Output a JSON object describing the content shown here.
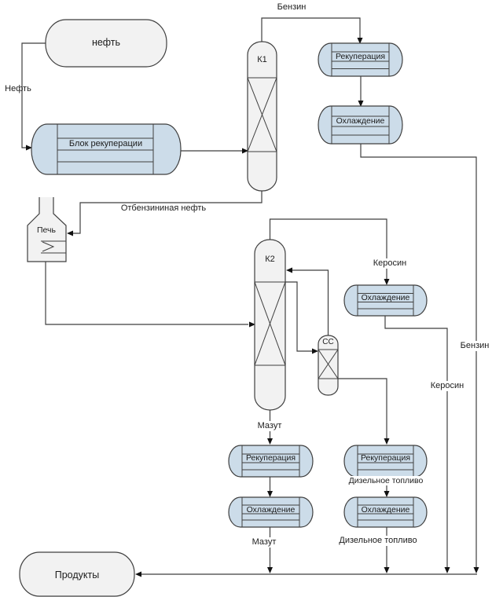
{
  "diagram": {
    "colors": {
      "line_color": "#3f3f3f",
      "exchanger_fill": "#ccdce9",
      "vessel_fill": "#f2f2f2",
      "arrow_color": "#111111"
    },
    "equipment": {
      "oil_tank": {
        "label": "нефть"
      },
      "recovery_block": {
        "label": "Блок рекуперации"
      },
      "column_k1": {
        "label": "К1"
      },
      "furnace": {
        "label": "Печь"
      },
      "column_k2": {
        "label": "К2"
      },
      "stripper_cc": {
        "label": "СС"
      },
      "recup_benzin": {
        "label": "Рекуперация"
      },
      "cool_benzin": {
        "label": "Охлаждение"
      },
      "cool_kerosin": {
        "label": "Охлаждение"
      },
      "recup_mazut": {
        "label": "Рекуперация"
      },
      "cool_mazut": {
        "label": "Охлаждение"
      },
      "recup_dizel": {
        "label": "Рекуперация"
      },
      "cool_dizel": {
        "label": "Охлаждение"
      },
      "products_tank": {
        "label": "Продукты"
      }
    },
    "streams": {
      "benzin_top": "Бензин",
      "neft": "Нефть",
      "otbenzinennaya": "Отбензининая нефть",
      "kerosin_mid": "Керосин",
      "mazut_top": "Мазут",
      "mazut_bottom": "Мазут",
      "dizel_mid": "Дизельное топливо",
      "dizel_bottom": "Дизельное топливо",
      "benzin_right": "Бензин",
      "kerosin_right": "Керосин"
    }
  }
}
